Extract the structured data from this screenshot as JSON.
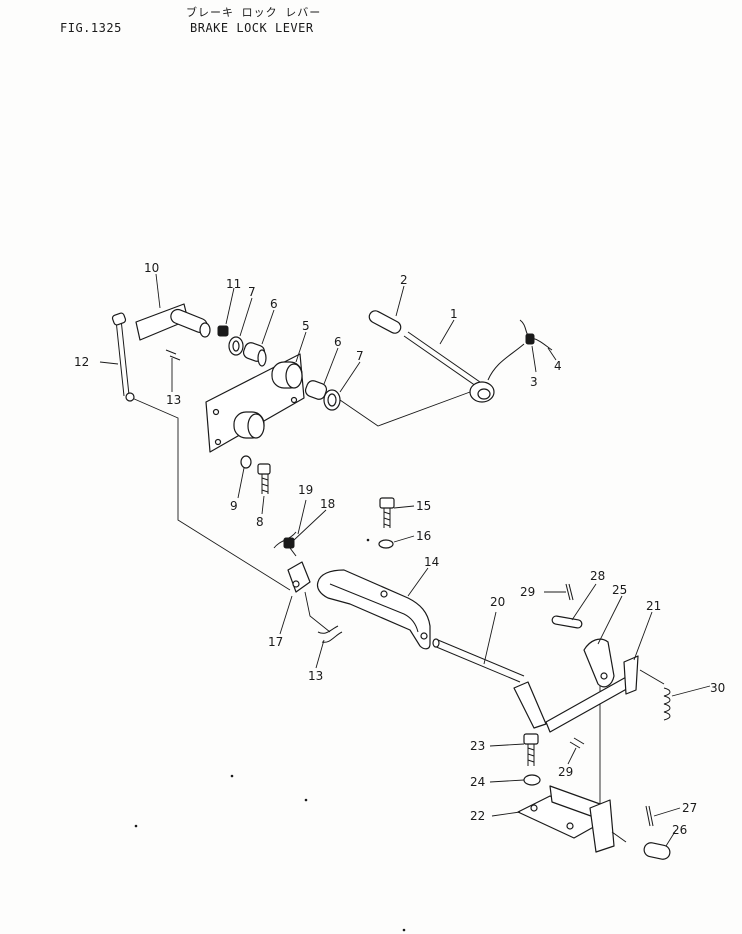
{
  "header": {
    "figure_number": "FIG.1325",
    "title_jp": "ブレーキ ロック レバー",
    "title_en": "BRAKE LOCK LEVER"
  },
  "callouts": [
    "1",
    "2",
    "3",
    "4",
    "5",
    "6",
    "6",
    "7",
    "7",
    "8",
    "9",
    "10",
    "11",
    "12",
    "13",
    "13",
    "14",
    "15",
    "16",
    "17",
    "18",
    "19",
    "20",
    "21",
    "22",
    "23",
    "24",
    "25",
    "26",
    "27",
    "28",
    "29",
    "29",
    "30"
  ]
}
